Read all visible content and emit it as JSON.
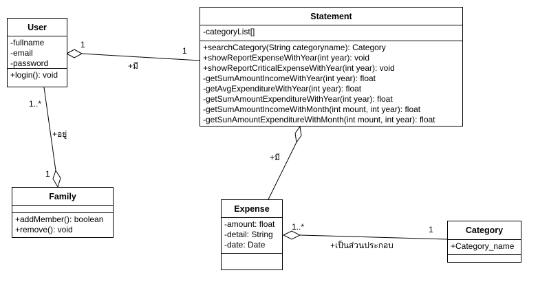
{
  "classes": {
    "user": {
      "name": "User",
      "attributes": [
        "-fullname",
        "-email",
        "-password"
      ],
      "operations": [
        "+login(): void"
      ]
    },
    "statement": {
      "name": "Statement",
      "attributes": [
        "-categoryList[]"
      ],
      "operations": [
        "+searchCategory(String categoryname): Category",
        "+showReportExpenseWithYear(int year): void",
        "+showReportCriticalExpenseWithYear(int year): void",
        "-getSumAmountIncomeWithYear(int year): float",
        "-getAvgExpenditureWithYear(int year): float",
        "-getSumAmountExpenditureWithYear(int year): float",
        "-getSumAmountIncomeWithMonth(int mount, int year): float",
        "-getSunAmountExpenditureWithMonth(int mount, int year): float"
      ]
    },
    "family": {
      "name": "Family",
      "attributes": [],
      "operations": [
        "+addMember(): boolean",
        "+remove(): void"
      ]
    },
    "expense": {
      "name": "Expense",
      "attributes": [
        "-amount: float",
        "-detail: String",
        "-date: Date"
      ],
      "operations": []
    },
    "category": {
      "name": "Category",
      "attributes": [
        "+Category_name"
      ],
      "operations": []
    }
  },
  "associations": {
    "user_statement": {
      "role": "+มี",
      "mult_user": "1",
      "mult_statement": "1"
    },
    "user_family": {
      "role": "+อยู่",
      "mult_user": "1..*",
      "mult_family": "1"
    },
    "statement_expense": {
      "role": "+มี"
    },
    "expense_category": {
      "role": "+เป็นส่วนประกอบ",
      "mult_expense": "1..*",
      "mult_category": "1"
    }
  }
}
